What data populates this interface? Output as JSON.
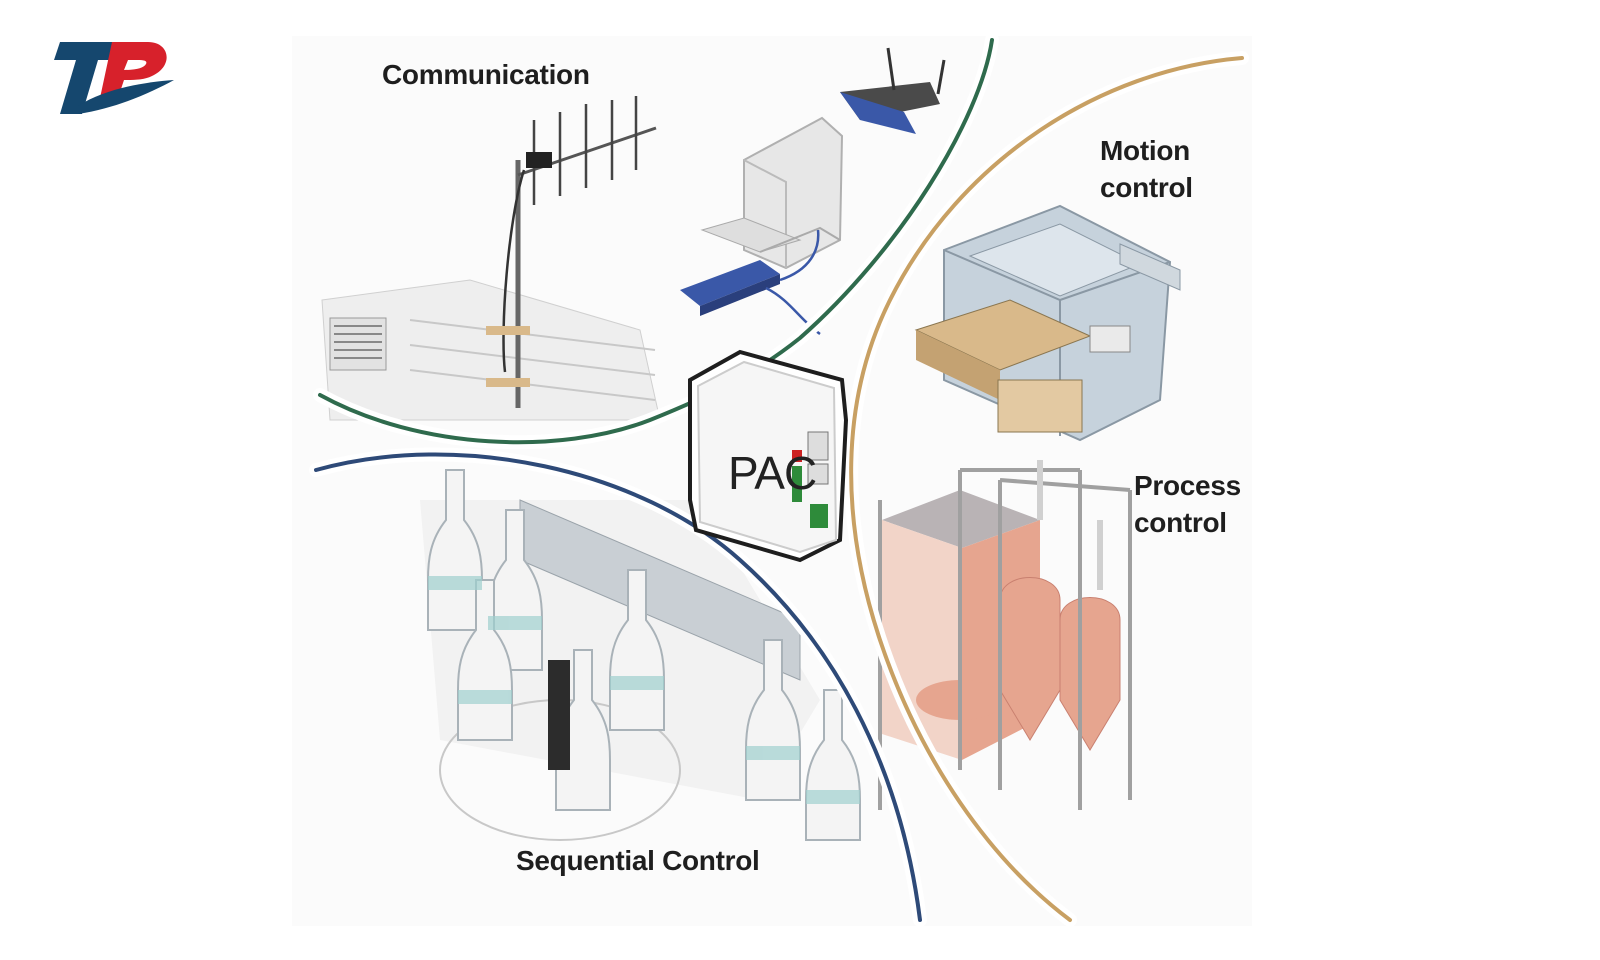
{
  "logo": {
    "text": "TP",
    "colors": {
      "blue": "#15476e",
      "red": "#d7212b"
    }
  },
  "labels": {
    "communication": "Communication",
    "motion_control": [
      "Motion",
      "control"
    ],
    "process_control": [
      "Process",
      "control"
    ],
    "sequential_control": "Sequential Control"
  },
  "pac": {
    "label": "PAC"
  },
  "colors": {
    "communication_arc": "#2f6b4d",
    "sequential_arc": "#2e4a78",
    "motion_process_arc": "#c8a063",
    "process_tanks": "#e6a58f",
    "network_devices": "#3a58a8"
  },
  "icons": [
    "yagi-antenna-icon",
    "wireless-router-icon",
    "desktop-computer-icon",
    "network-switch-icon",
    "pac-controller-icon",
    "cnc-machine-icon",
    "process-tank-icon",
    "bottle-icon"
  ]
}
